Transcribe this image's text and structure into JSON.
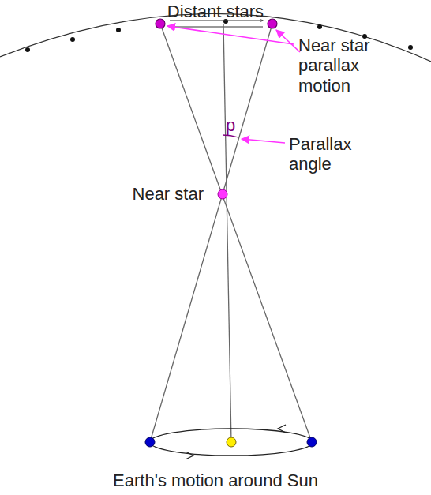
{
  "diagram": {
    "labels": [
      "Distant stars",
      "Near star parallax motion",
      "p",
      "Parallax angle",
      "Near star",
      "Earth's motion around Sun"
    ]
  }
}
